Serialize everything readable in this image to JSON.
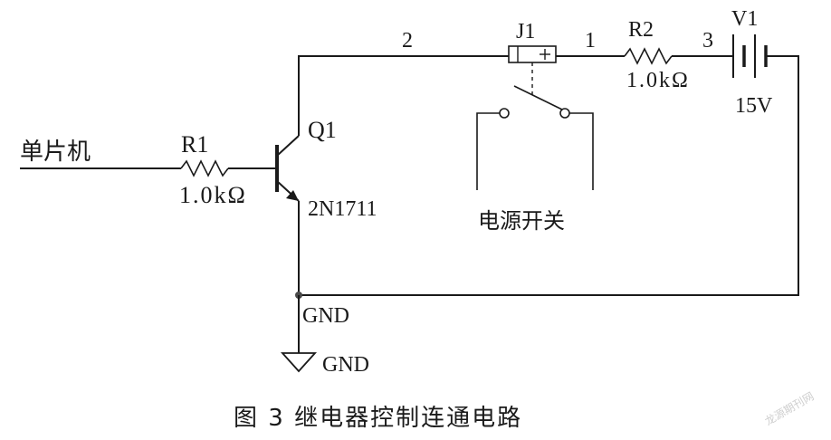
{
  "diagram": {
    "input_label": "单片机",
    "r1": {
      "name": "R1",
      "value": "1.0kΩ"
    },
    "q1": {
      "name": "Q1",
      "model": "2N1711"
    },
    "relay": {
      "name": "J1"
    },
    "r2": {
      "name": "R2",
      "value": "1.0kΩ"
    },
    "v1": {
      "name": "V1",
      "value": "15V"
    },
    "nodes": {
      "n1": "1",
      "n2": "2",
      "n3": "3"
    },
    "switch_label": "电源开关",
    "gnd_node_label": "GND",
    "gnd_symbol_label": "GND",
    "caption": "图 3 继电器控制连通电路"
  },
  "watermark": "龙源期刊网"
}
